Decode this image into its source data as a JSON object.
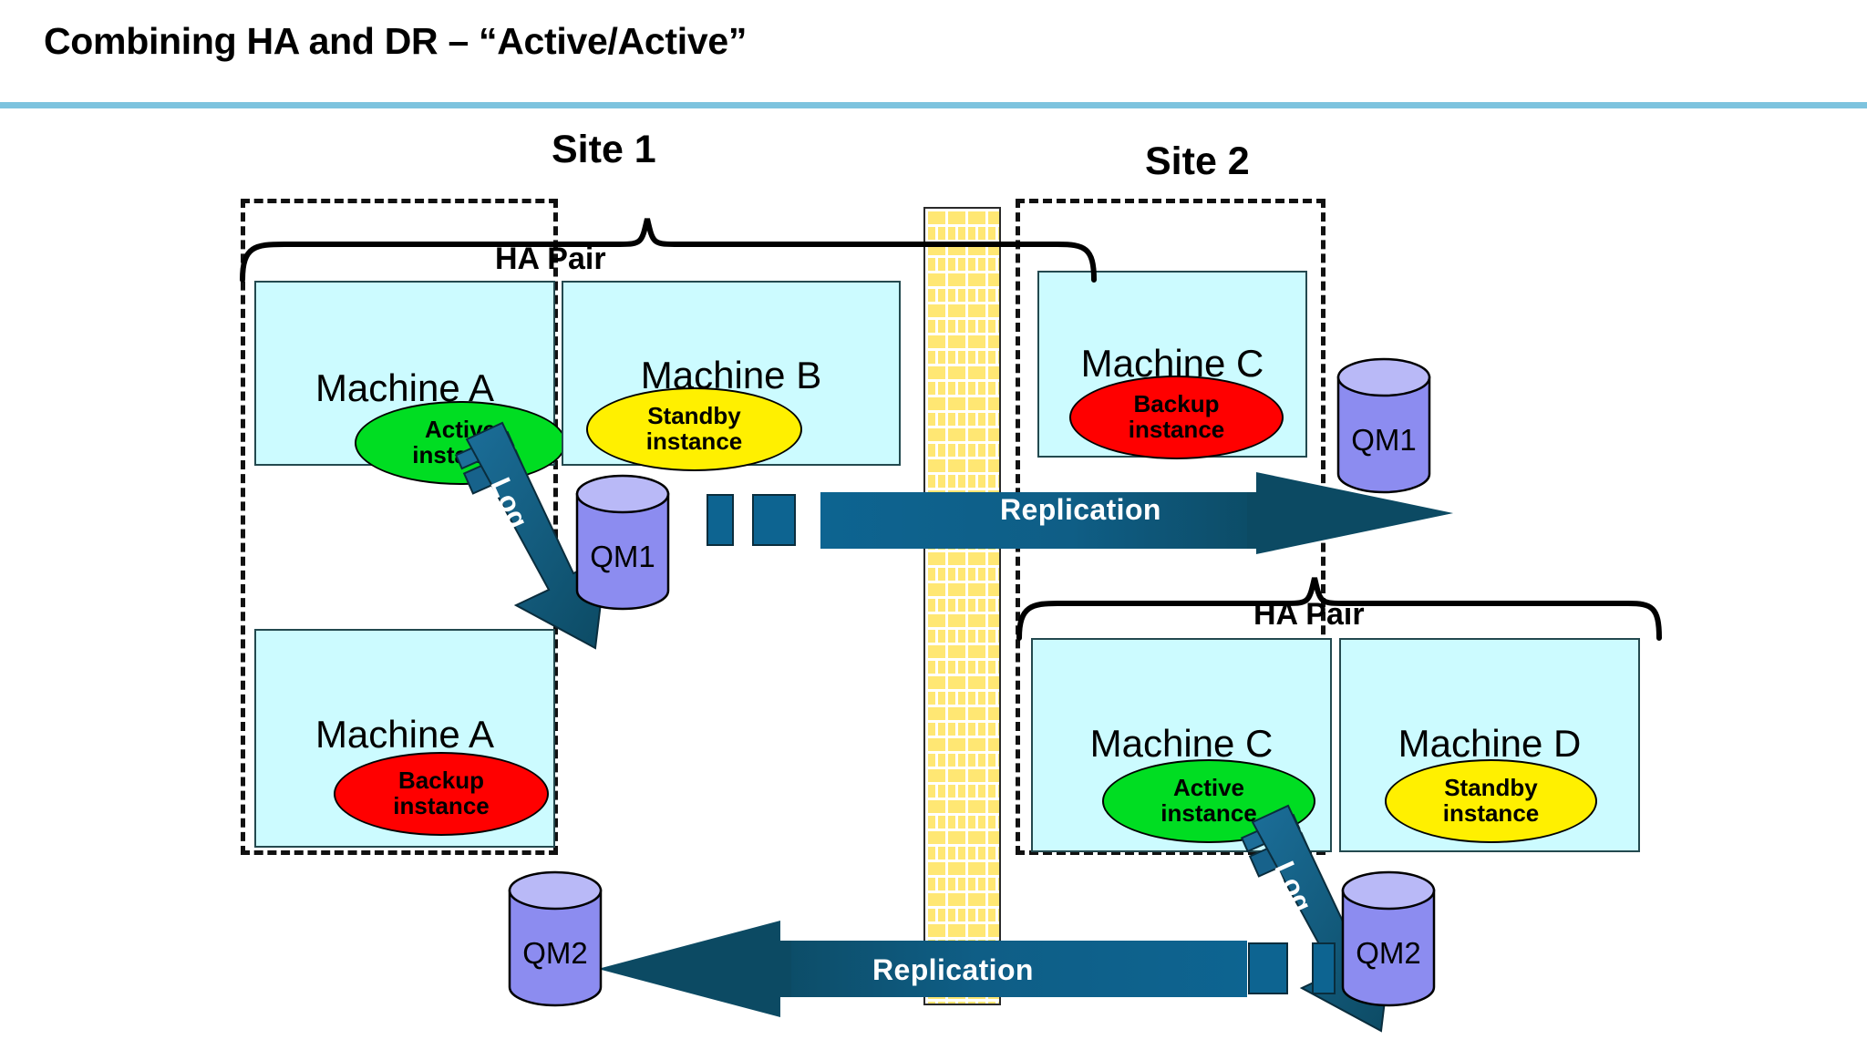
{
  "slide": {
    "title": "Combining HA and DR – “Active/Active”",
    "accent_color": "#7DC3DE"
  },
  "sites": [
    {
      "id": "site1",
      "label": "Site 1"
    },
    {
      "id": "site2",
      "label": "Site 2"
    }
  ],
  "ha_pairs": [
    {
      "id": "ha-pair-site1",
      "label": "HA Pair"
    },
    {
      "id": "ha-pair-site2",
      "label": "HA Pair"
    }
  ],
  "machines": [
    {
      "id": "machine-a-active",
      "name": "Machine A",
      "instance": "Active instance",
      "instance_line1": "Active",
      "instance_line2": "instance",
      "instance_state": "active",
      "color": "#00DD22"
    },
    {
      "id": "machine-b-standby",
      "name": "Machine B",
      "instance": "Standby instance",
      "instance_line1": "Standby",
      "instance_line2": "instance",
      "instance_state": "standby",
      "color": "#FFF000"
    },
    {
      "id": "machine-c-backup",
      "name": "Machine C",
      "instance": "Backup instance",
      "instance_line1": "Backup",
      "instance_line2": "instance",
      "instance_state": "backup",
      "color": "#FF0000"
    },
    {
      "id": "machine-a-backup",
      "name": "Machine A",
      "instance": "Backup instance",
      "instance_line1": "Backup",
      "instance_line2": "instance",
      "instance_state": "backup",
      "color": "#FF0000"
    },
    {
      "id": "machine-c-active",
      "name": "Machine C",
      "instance": "Active instance",
      "instance_line1": "Active",
      "instance_line2": "instance",
      "instance_state": "active",
      "color": "#00DD22"
    },
    {
      "id": "machine-d-standby",
      "name": "Machine D",
      "instance": "Standby instance",
      "instance_line1": "Standby",
      "instance_line2": "instance",
      "instance_state": "standby",
      "color": "#FFF000"
    }
  ],
  "queue_managers": [
    {
      "id": "qm1-site1",
      "label": "QM1"
    },
    {
      "id": "qm1-site2",
      "label": "QM1"
    },
    {
      "id": "qm2-site1",
      "label": "QM2"
    },
    {
      "id": "qm2-site2",
      "label": "QM2"
    }
  ],
  "arrows": {
    "log": [
      {
        "id": "log-arrow-site1",
        "label": "Log",
        "direction": "down-right"
      },
      {
        "id": "log-arrow-site2",
        "label": "Log",
        "direction": "down-right"
      }
    ],
    "replication": [
      {
        "id": "replication-arrow-top",
        "label": "Replication",
        "direction": "right"
      },
      {
        "id": "replication-arrow-bottom",
        "label": "Replication",
        "direction": "left"
      }
    ]
  },
  "wall": {
    "id": "brick-wall",
    "label": "brick-wall",
    "color": "#FFE773"
  },
  "colors": {
    "machine_fill": "#CCFBFF",
    "machine_border": "#23494F",
    "cylinder_body": "#8C8CF0",
    "cylinder_top": "#B9B9F7",
    "arrow_dark": "#0D4F66",
    "arrow_mid": "#0B5E8C",
    "header_rule": "#7DC3DE"
  }
}
